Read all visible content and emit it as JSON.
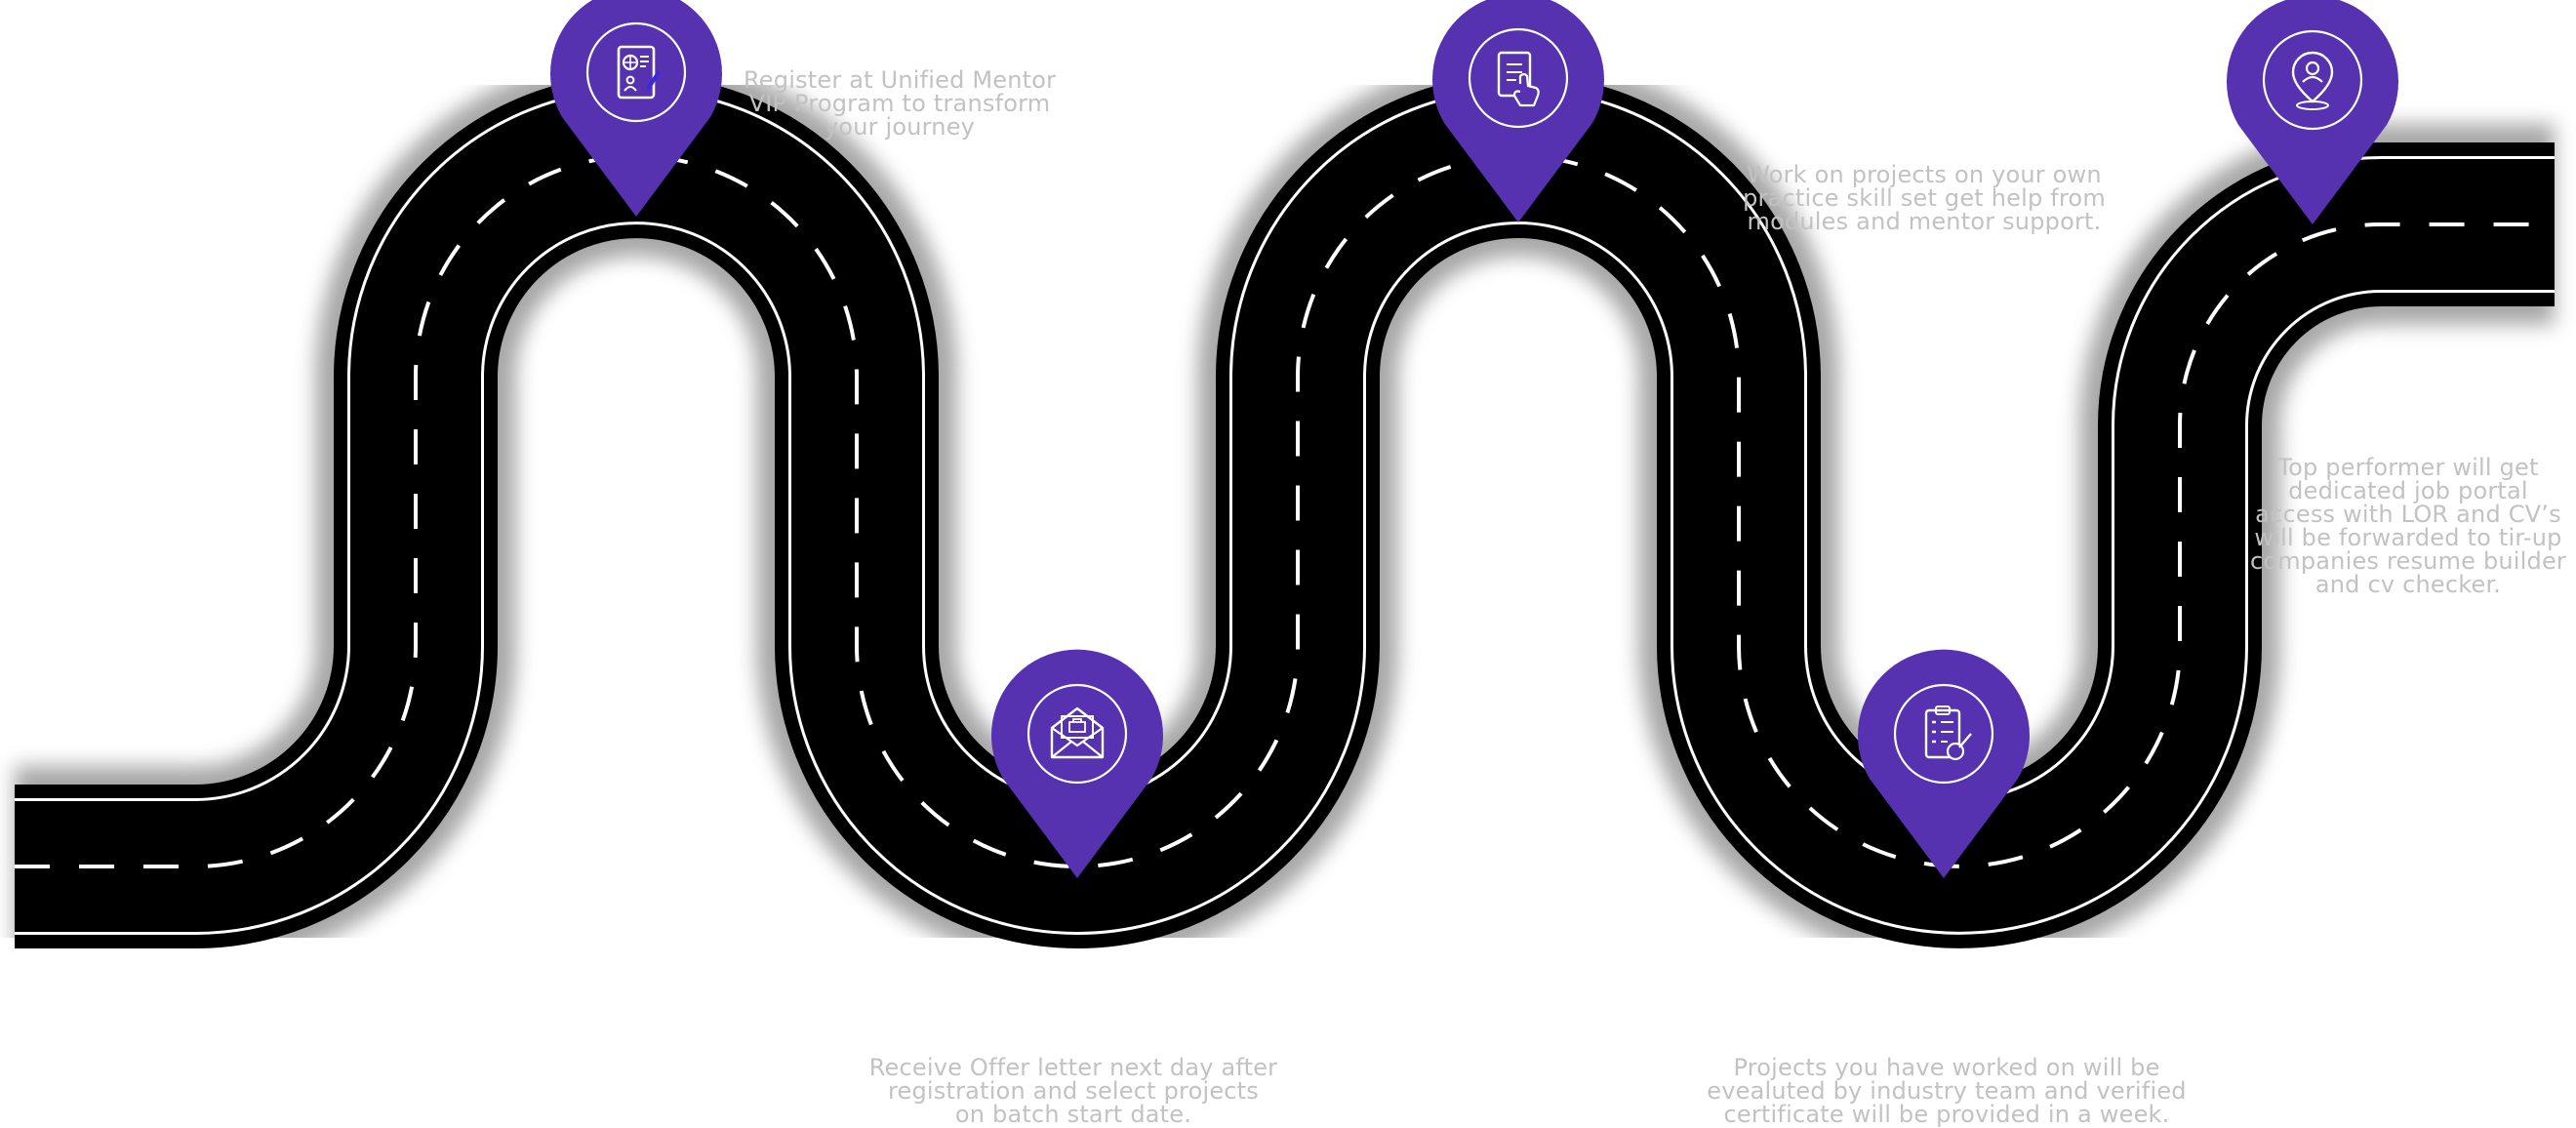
{
  "colors": {
    "road": "#000000",
    "road_shadow": "#8a8a8a",
    "lane_lines": "#ffffff",
    "marker": "#5631b0",
    "marker_icon": "#ffffff",
    "icon_accent": "#3a27e0",
    "caption_text": "#c2c2c2"
  },
  "steps": [
    {
      "icon": "passport-icon",
      "lines": [
        "Register at Unified Mentor",
        "VIP Program to transform",
        "your journey"
      ]
    },
    {
      "icon": "offer-letter-envelope-icon",
      "lines": [
        "Receive Offer letter next day after",
        "registration and select projects",
        "on batch start date."
      ]
    },
    {
      "icon": "hand-document-icon",
      "lines": [
        "Work on projects on your own",
        "practice skill set get help from",
        "modules and mentor support."
      ]
    },
    {
      "icon": "checklist-clipboard-icon",
      "lines": [
        "Projects you have worked on will be",
        "evealuted by industry team and verified",
        "certificate will be provided in a week."
      ]
    },
    {
      "icon": "profile-location-icon",
      "lines": [
        "Top performer will get",
        "dedicated job portal",
        "access with LOR and CV’s",
        "will be forwarded to tir-up",
        "companies resume builder",
        "and cv checker."
      ]
    }
  ]
}
